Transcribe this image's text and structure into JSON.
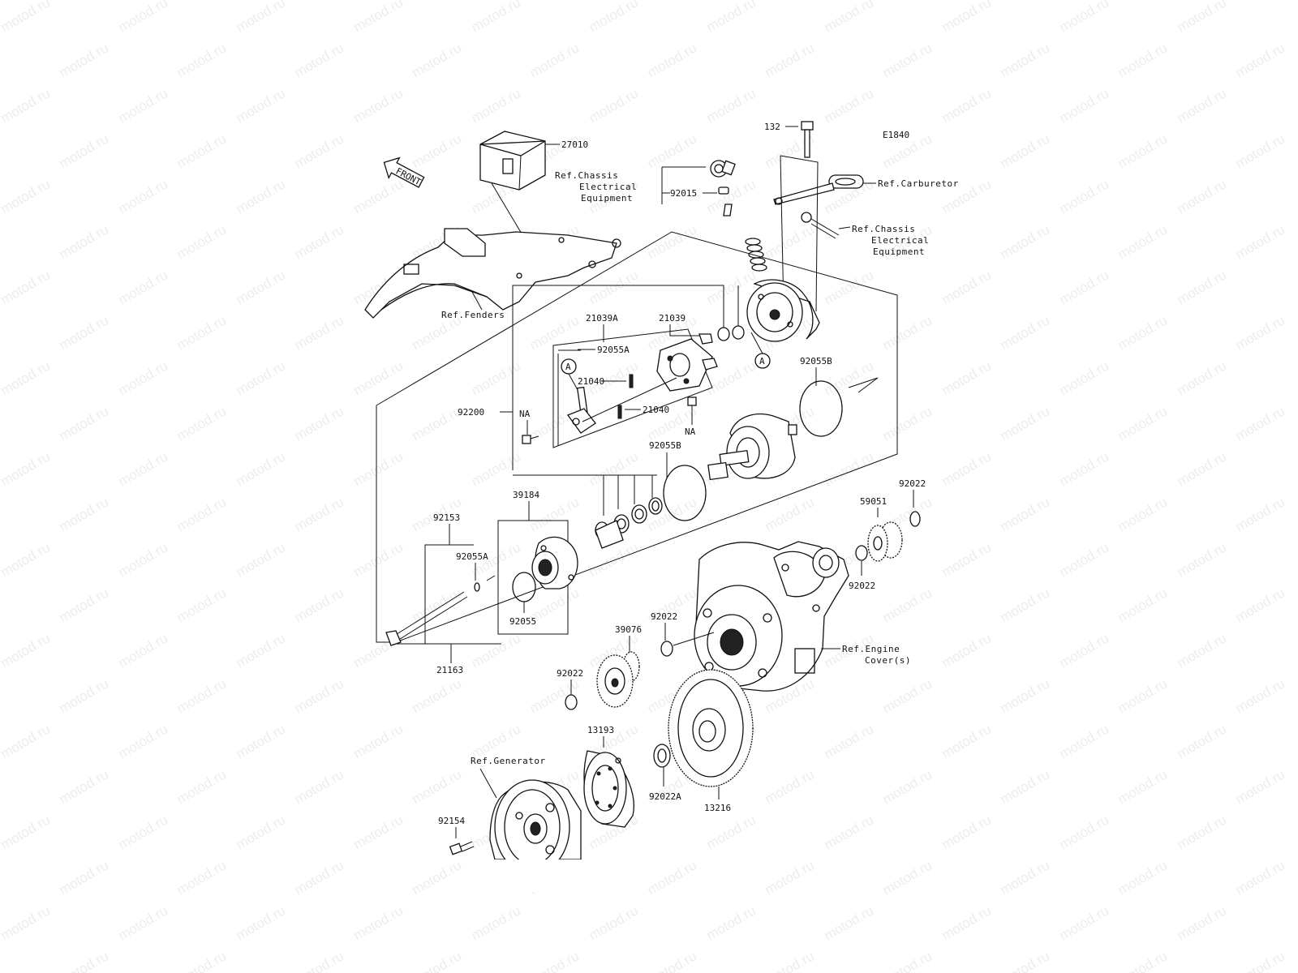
{
  "diagram": {
    "code": "E1840",
    "watermark": "motod.ru",
    "front_label": "FRONT",
    "parts": {
      "p27010": "27010",
      "p132": "132",
      "p92015": "92015",
      "p21039A": "21039A",
      "p21039": "21039",
      "p92055A_top": "92055A",
      "p21040_a": "21040",
      "p21040_b": "21040",
      "p92200": "92200",
      "na_left": "NA",
      "na_right": "NA",
      "p92055B_right": "92055B",
      "p92055B_mid": "92055B",
      "p39184": "39184",
      "p92153": "92153",
      "p92055A_low": "92055A",
      "p92055": "92055",
      "p21163": "21163",
      "p59051": "59051",
      "p92022_a": "92022",
      "p92022_b": "92022",
      "p92022_c": "92022",
      "p92022_d": "92022",
      "p39076": "39076",
      "p13193": "13193",
      "p92022A": "92022A",
      "p13216": "13216",
      "p92154": "92154",
      "callout_a1": "A",
      "callout_a2": "A"
    },
    "refs": {
      "fenders": "Ref.Fenders",
      "chassis_1": "Ref.Chassis",
      "chassis_1b": "Electrical",
      "chassis_1c": "Equipment",
      "carburetor": "Ref.Carburetor",
      "chassis_2": "Ref.Chassis",
      "chassis_2b": "Electrical",
      "chassis_2c": "Equipment",
      "engine": "Ref.Engine",
      "engine_b": "Cover(s)",
      "generator": "Ref.Generator"
    }
  }
}
